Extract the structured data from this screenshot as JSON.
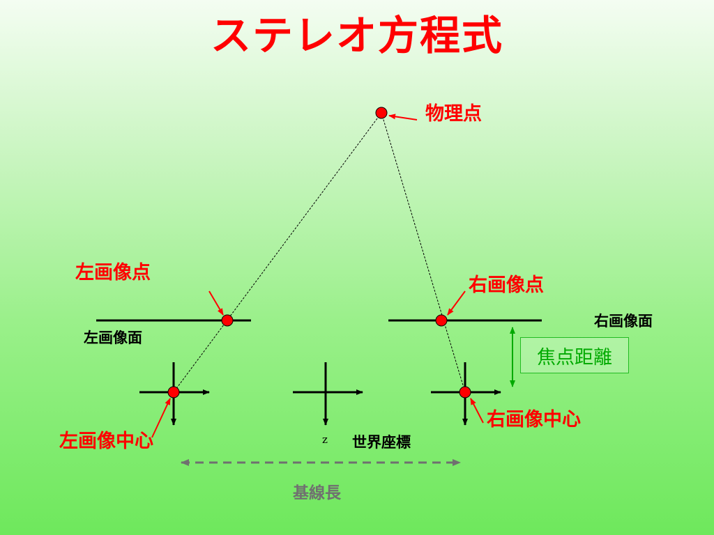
{
  "slide": {
    "title": "ステレオ方程式",
    "labels": {
      "physical_point": "物理点",
      "left_image_point": "左画像点",
      "right_image_point": "右画像点",
      "left_image_plane": "左画像面",
      "right_image_plane": "右画像面",
      "focal_length": "焦点距離",
      "left_image_center": "左画像中心",
      "right_image_center": "右画像中心",
      "world_coordinates": "世界座標",
      "z_axis": "z",
      "baseline": "基線長"
    }
  },
  "colors": {
    "title": "#ff0000",
    "red_label": "#ff0000",
    "point_fill": "#ff0000",
    "focal": "#00aa00",
    "baseline": "#707070",
    "line": "#000000"
  }
}
